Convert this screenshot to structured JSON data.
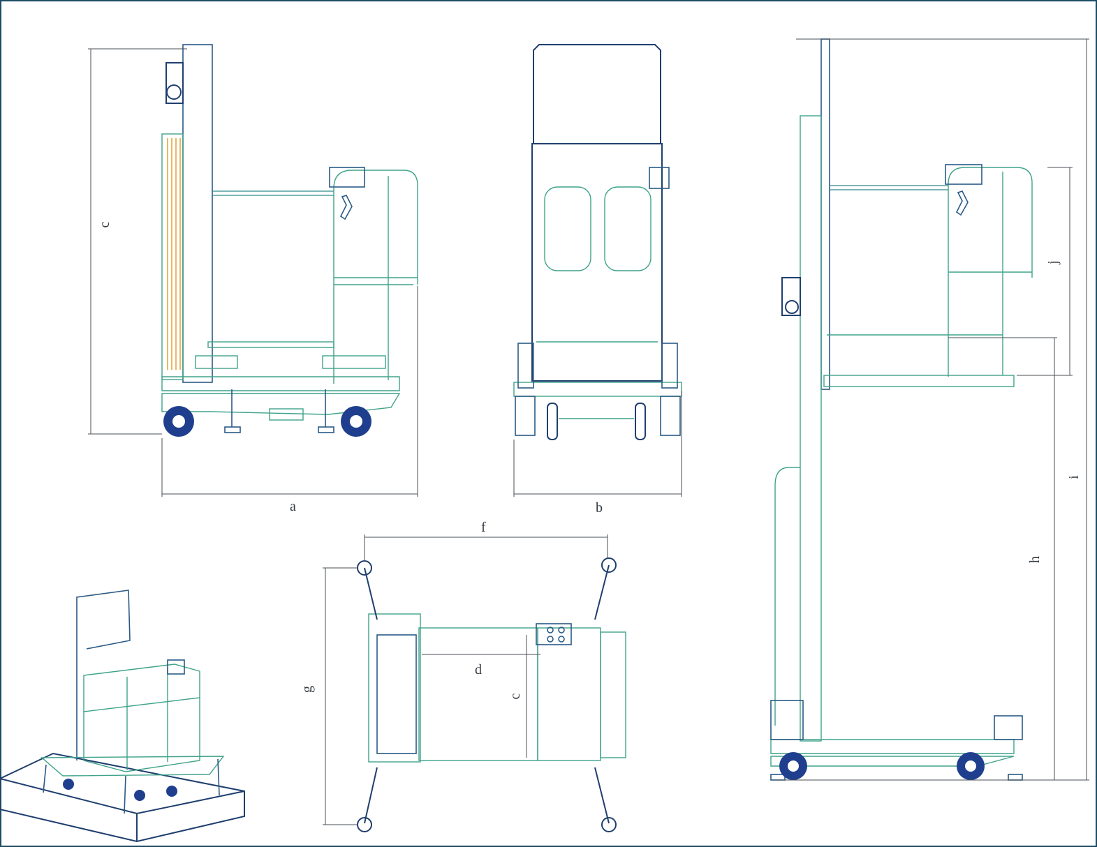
{
  "labels": {
    "a": "a",
    "b": "b",
    "c_side": "c",
    "c_top": "c",
    "d": "d",
    "f": "f",
    "g": "g",
    "h": "h",
    "i": "i",
    "j": "j"
  },
  "colors": {
    "frame": "#1c4c66",
    "line_green": "#3fa38a",
    "line_blue": "#2a5a86",
    "line_dark": "#1f3f6e",
    "accent_orange": "#e0a030",
    "wheel": "#1f3f8e",
    "dimension": "#4a4f55"
  }
}
